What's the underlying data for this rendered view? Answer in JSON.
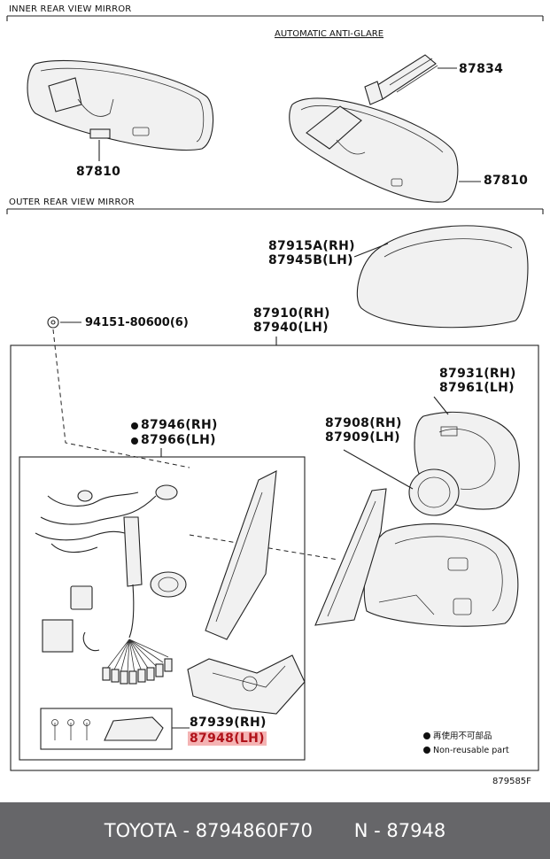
{
  "sections": {
    "inner": "INNER REAR VIEW MIRROR",
    "auto_anti_glare": "AUTOMATIC ANTI-GLARE",
    "outer": "OUTER REAR VIEW MIRROR"
  },
  "parts": {
    "p87834": "87834",
    "p87810_left": "87810",
    "p87810_right": "87810",
    "p87915a": "87915A(RH)",
    "p87945b": "87945B(LH)",
    "p94151": "94151-80600(6)",
    "p87910": "87910(RH)",
    "p87940": "87940(LH)",
    "p87931": "87931(RH)",
    "p87961": "87961(LH)",
    "p87946": "87946(RH)",
    "p87966": "87966(LH)",
    "p87908": "87908(RH)",
    "p87909": "87909(LH)",
    "p87939": "87939(RH)",
    "p87948": "87948(LH)"
  },
  "legend": {
    "line1": "再使用不可部品",
    "line2": "Non-reusable part"
  },
  "diagram_code": "879585F",
  "footer": {
    "brand": "TOYOTA",
    "part_number": "8794860F70",
    "ref": "N - 87948"
  },
  "highlight_color": "#f4b3b3"
}
